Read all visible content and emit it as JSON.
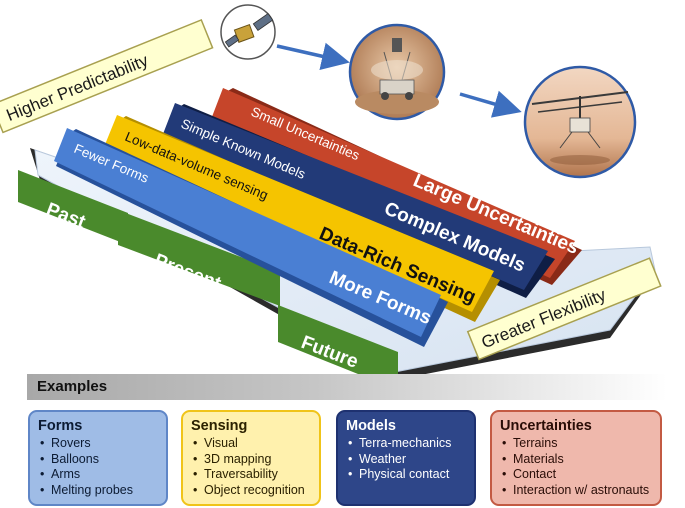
{
  "banners": {
    "higher_predictability": "Higher Predictability",
    "greater_flexibility": "Greater Flexibility"
  },
  "timeline": {
    "past": "Past",
    "present": "Present",
    "future": "Future"
  },
  "arrows": {
    "forms": {
      "start": "Fewer Forms",
      "end": "More Forms",
      "color": "#4a7fd3"
    },
    "sensing": {
      "start": "Low-data-volume sensing",
      "end": "Data-Rich Sensing",
      "color": "#f5c400"
    },
    "models": {
      "start": "Simple Known Models",
      "end": "Complex Models",
      "color": "#223a78"
    },
    "uncertainties": {
      "start": "Small Uncertainties",
      "end": "Large Uncertainties",
      "color": "#c6452a"
    }
  },
  "icons": [
    "satellite-icon",
    "lander-photo-icon",
    "helicopter-photo-icon"
  ],
  "examples": {
    "header": "Examples",
    "forms": {
      "title": "Forms",
      "items": [
        "Rovers",
        "Balloons",
        "Arms",
        "Melting probes"
      ]
    },
    "sensing": {
      "title": "Sensing",
      "items": [
        "Visual",
        "3D mapping",
        "Traversability",
        "Object recognition"
      ]
    },
    "models": {
      "title": "Models",
      "items": [
        "Terra-mechanics",
        "Weather",
        "Physical contact"
      ]
    },
    "uncertainties": {
      "title": "Uncertainties",
      "items": [
        "Terrains",
        "Materials",
        "Contact",
        "Interaction w/ astronauts"
      ]
    }
  }
}
